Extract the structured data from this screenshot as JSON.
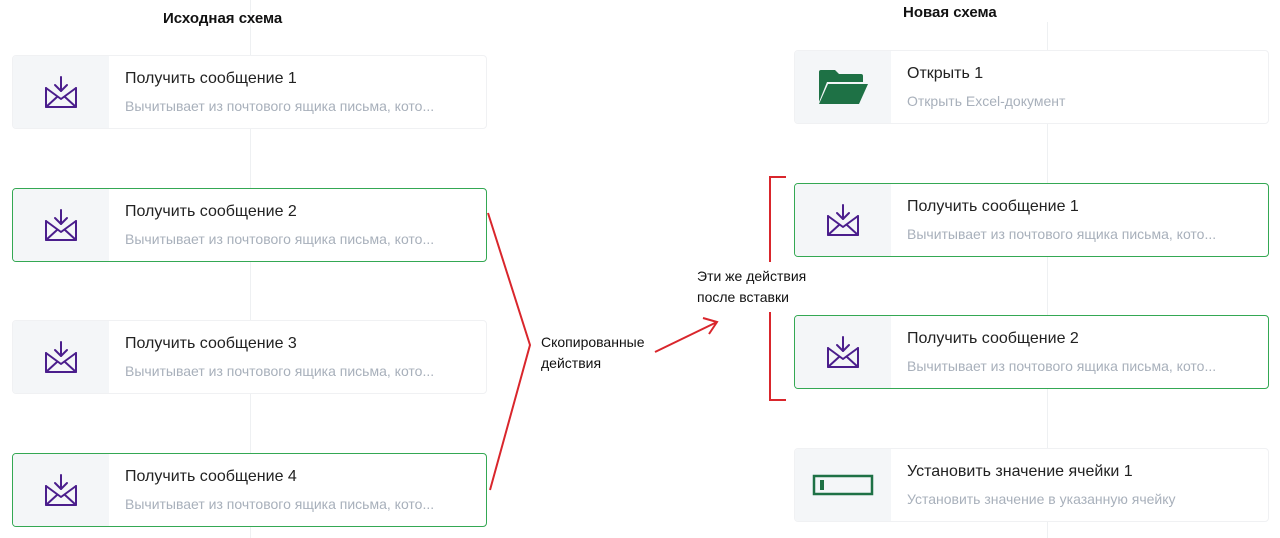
{
  "headings": {
    "left": "Исходная схема",
    "right": "Новая схема"
  },
  "left_cards": [
    {
      "title": "Получить сообщение  1",
      "desc": "Вычитывает из почтового ящика письма, кото...",
      "icon": "mail-download-icon",
      "selected": false
    },
    {
      "title": "Получить сообщение  2",
      "desc": "Вычитывает из почтового ящика письма, кото...",
      "icon": "mail-download-icon",
      "selected": true
    },
    {
      "title": "Получить сообщение  3",
      "desc": "Вычитывает из почтового ящика письма, кото...",
      "icon": "mail-download-icon",
      "selected": false
    },
    {
      "title": "Получить сообщение  4",
      "desc": "Вычитывает из почтового ящика письма, кото...",
      "icon": "mail-download-icon",
      "selected": true
    }
  ],
  "right_cards": [
    {
      "title": "Открыть  1",
      "desc": "Открыть Excel-документ",
      "icon": "folder-open-icon",
      "selected": false
    },
    {
      "title": "Получить сообщение  1",
      "desc": "Вычитывает из почтового ящика письма, кото...",
      "icon": "mail-download-icon",
      "selected": true
    },
    {
      "title": "Получить сообщение  2",
      "desc": "Вычитывает из почтового ящика письма, кото...",
      "icon": "mail-download-icon",
      "selected": true
    },
    {
      "title": "Установить значение ячейки  1",
      "desc": "Установить значение в указанную ячейку",
      "icon": "cell-value-icon",
      "selected": false
    }
  ],
  "annotations": {
    "copied": [
      "Скопированные",
      "действия"
    ],
    "pasted": [
      "Эти же действия",
      "после вставки"
    ]
  },
  "colors": {
    "selected_border": "#34a853",
    "mail_icon": "#4b1e8c",
    "excel_icon": "#1e7145",
    "annotation": "#d9262c"
  }
}
